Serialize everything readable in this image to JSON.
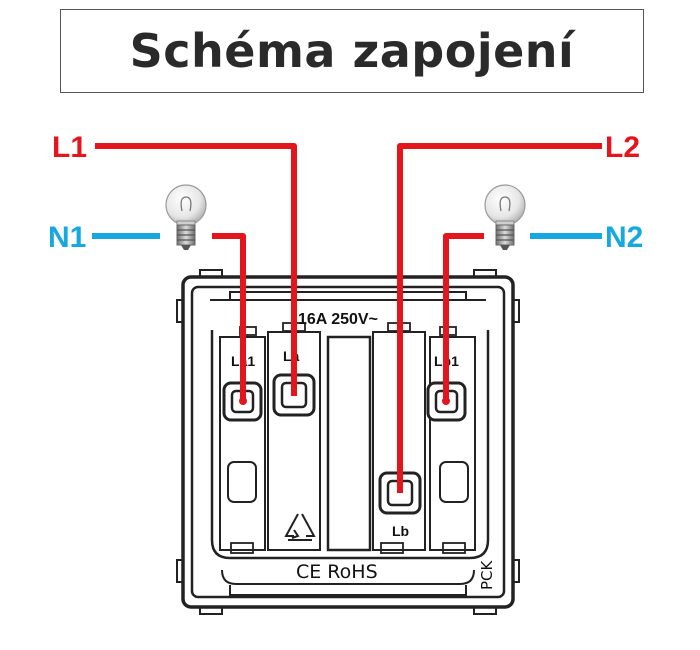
{
  "title": "Schéma zapojení",
  "wires": {
    "l1": "L1",
    "n1": "N1",
    "l2": "L2",
    "n2": "N2"
  },
  "switch": {
    "rating": "16A 250V~",
    "terminals": {
      "la1": "La1",
      "la": "La",
      "lb1": "Lb1",
      "lb": "Lb"
    },
    "marks": "CE RoHS",
    "brand": "PCK"
  },
  "colors": {
    "live": "#e3161e",
    "neutral": "#18a8e0",
    "body": "#222222"
  },
  "icons": {
    "lamp_left": "light-bulb-icon",
    "lamp_right": "light-bulb-icon",
    "recycle": "recycle-icon"
  }
}
